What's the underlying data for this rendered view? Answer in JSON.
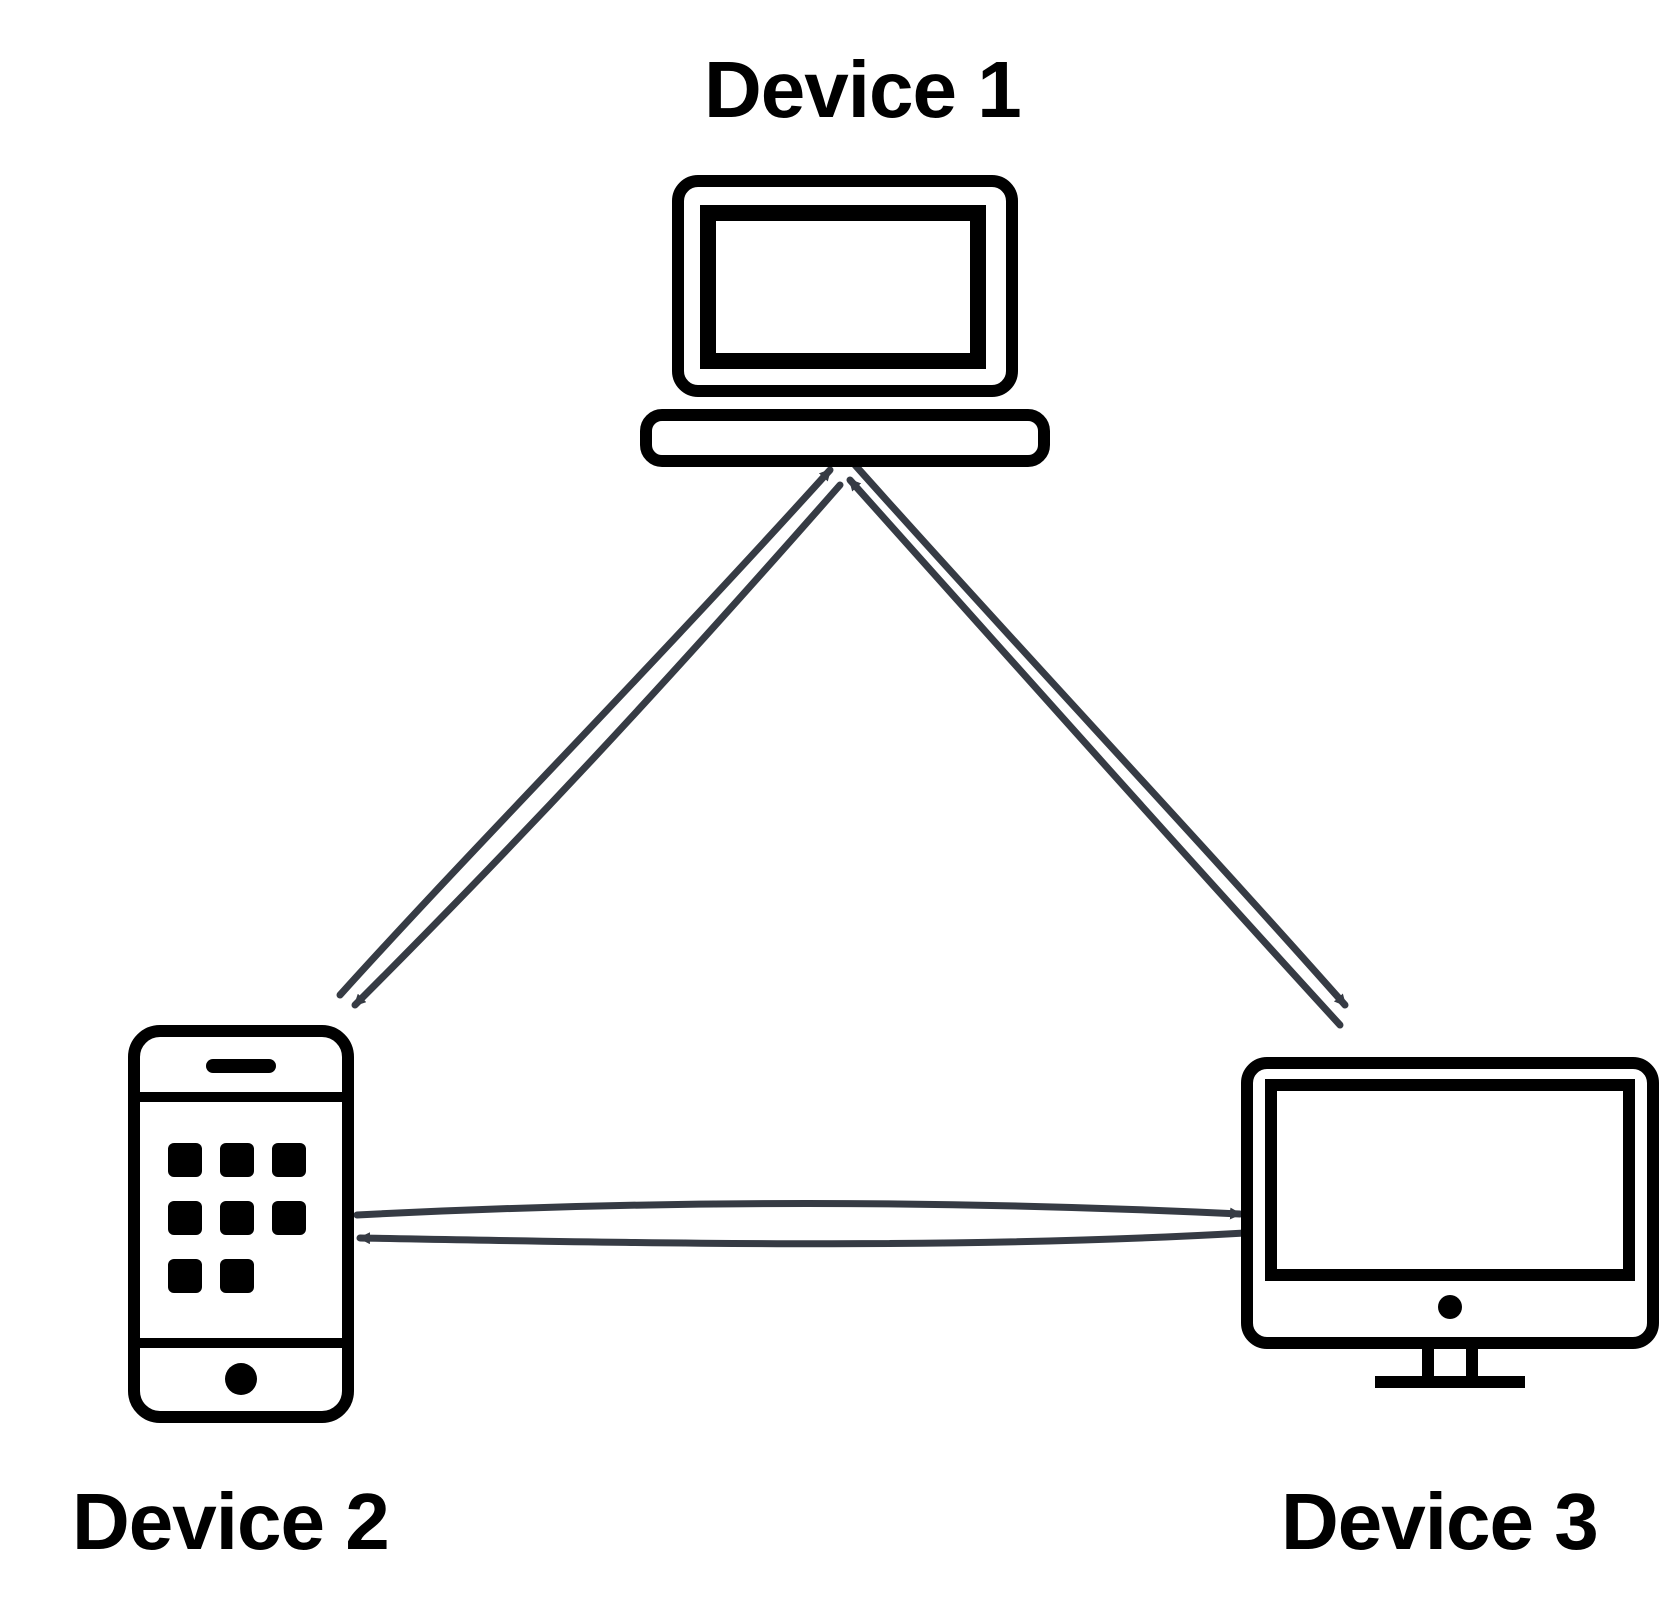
{
  "diagram": {
    "devices": [
      {
        "id": "device1",
        "label": "Device 1",
        "icon": "laptop-icon"
      },
      {
        "id": "device2",
        "label": "Device 2",
        "icon": "smartphone-icon"
      },
      {
        "id": "device3",
        "label": "Device 3",
        "icon": "desktop-monitor-icon"
      }
    ],
    "connections": [
      {
        "from": "device1",
        "to": "device2",
        "bidirectional": true
      },
      {
        "from": "device1",
        "to": "device3",
        "bidirectional": true
      },
      {
        "from": "device2",
        "to": "device3",
        "bidirectional": true
      }
    ],
    "colors": {
      "icon_stroke": "#000000",
      "arrow": "#363b44",
      "background": "#ffffff"
    }
  }
}
